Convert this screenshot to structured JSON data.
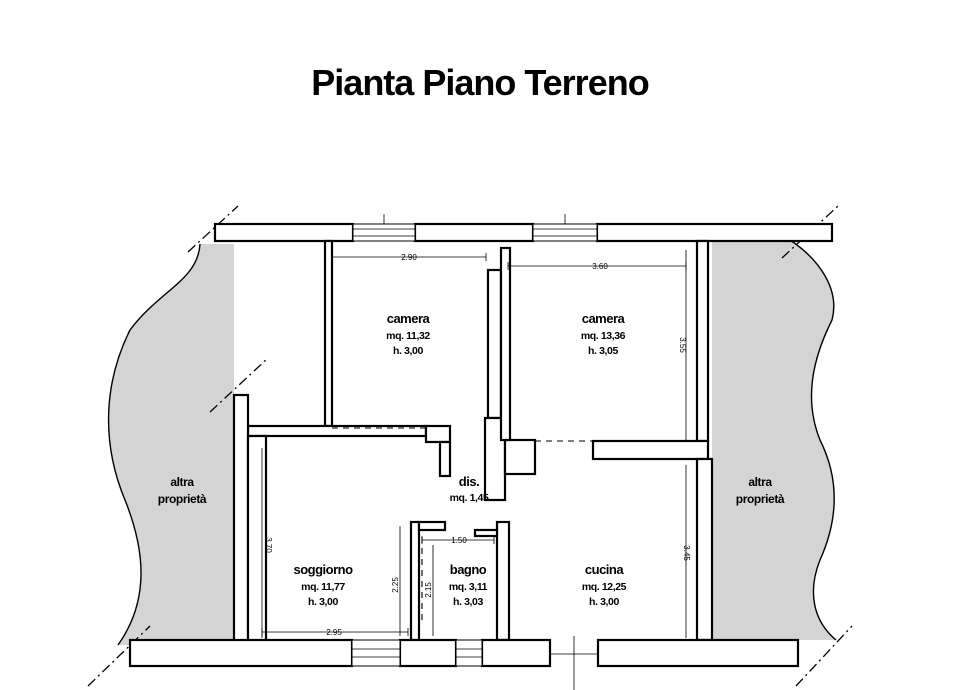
{
  "title": "Pianta Piano Terreno",
  "rooms": {
    "camera_left": {
      "name": "camera",
      "area": "mq. 11,32",
      "height": "h. 3,00"
    },
    "camera_right": {
      "name": "camera",
      "area": "mq. 13,36",
      "height": "h. 3,05"
    },
    "disimpegno": {
      "name": "dis.",
      "area": "mq. 1,45"
    },
    "soggiorno": {
      "name": "soggiorno",
      "area": "mq. 11,77",
      "height": "h. 3,00"
    },
    "bagno": {
      "name": "bagno",
      "area": "mq. 3,11",
      "height": "h. 3,03"
    },
    "cucina": {
      "name": "cucina",
      "area": "mq. 12,25",
      "height": "h. 3,00"
    }
  },
  "neighbors": {
    "left": {
      "line1": "altra",
      "line2": "proprietà"
    },
    "right": {
      "line1": "altra",
      "line2": "proprietà"
    }
  },
  "dimensions": {
    "camera_left_width": "2.90",
    "camera_right_width": "3.60",
    "camera_right_depth": "3.55",
    "soggiorno_depth": "3.70",
    "soggiorno_width": "2.95",
    "soggiorno_jog": "2.25",
    "bagno_width": "1.50",
    "bagno_depth": "2.15",
    "cucina_depth": "3.45"
  }
}
